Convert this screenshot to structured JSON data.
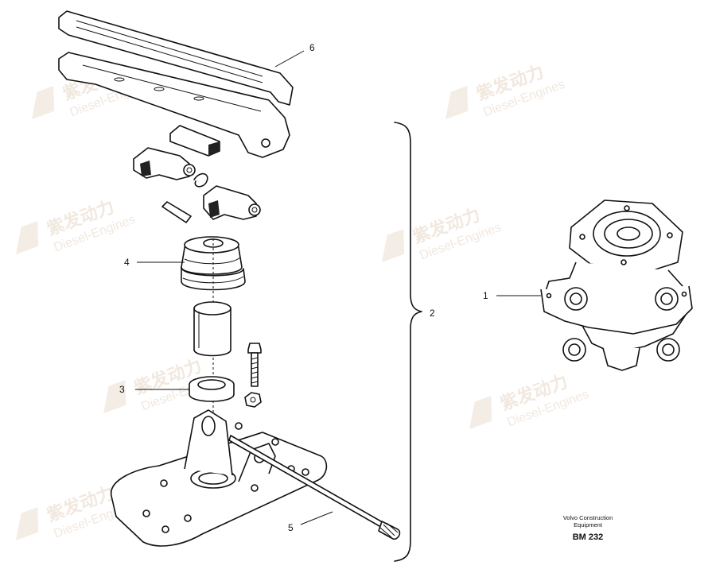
{
  "watermark": {
    "brand": "紫发动力",
    "sub": "Diesel-Engines"
  },
  "callouts": [
    {
      "id": "1",
      "label": "1"
    },
    {
      "id": "2",
      "label": "2"
    },
    {
      "id": "3",
      "label": "3"
    },
    {
      "id": "4",
      "label": "4"
    },
    {
      "id": "5",
      "label": "5"
    },
    {
      "id": "6",
      "label": "6"
    }
  ],
  "caption": {
    "line1": "Volvo Construction",
    "line2": "Equipment",
    "code": "BM 232"
  }
}
